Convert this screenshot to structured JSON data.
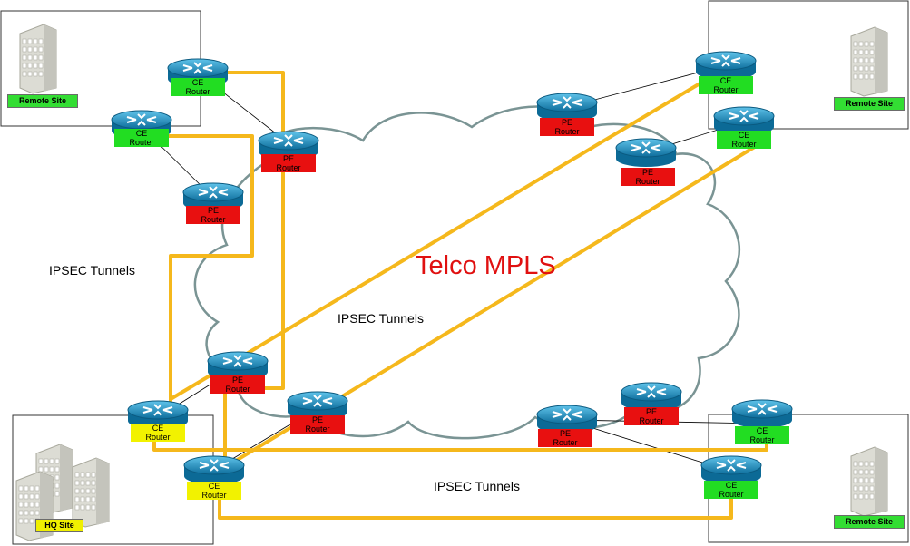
{
  "colors": {
    "tunnel": "#f5b81c",
    "cloud_stroke": "#7a9494",
    "router_body": "#1a88b8",
    "ce_remote_label": "#22dd22",
    "ce_hq_label": "#f2f200",
    "pe_label": "#e81010",
    "cloud_text": "#e01010"
  },
  "cloud": {
    "label": "Telco MPLS"
  },
  "sites": {
    "remote_tl": {
      "label": "Remote Site",
      "icon": "building-icon"
    },
    "remote_tr": {
      "label": "Remote Site",
      "icon": "building-icon"
    },
    "remote_br": {
      "label": "Remote Site",
      "icon": "building-icon"
    },
    "hq": {
      "label": "HQ Site",
      "icon": "hq-building-icon"
    }
  },
  "routers": {
    "ce_tl1": {
      "label1": "CE",
      "label2": "Router"
    },
    "ce_tl2": {
      "label1": "CE",
      "label2": "Router"
    },
    "pe_tl1": {
      "label1": "PE",
      "label2": "Router"
    },
    "pe_tl2": {
      "label1": "PE",
      "label2": "Router"
    },
    "ce_tr1": {
      "label1": "CE",
      "label2": "Router"
    },
    "ce_tr2": {
      "label1": "CE",
      "label2": "Router"
    },
    "pe_tr1": {
      "label1": "PE",
      "label2": "Router"
    },
    "pe_tr2": {
      "label1": "PE",
      "label2": "Router"
    },
    "ce_hq1": {
      "label1": "CE",
      "label2": "Router"
    },
    "ce_hq2": {
      "label1": "CE",
      "label2": "Router"
    },
    "pe_hq1": {
      "label1": "PE",
      "label2": "Router"
    },
    "pe_hq2": {
      "label1": "PE",
      "label2": "Router"
    },
    "ce_br1": {
      "label1": "CE",
      "label2": "Router"
    },
    "ce_br2": {
      "label1": "CE",
      "label2": "Router"
    },
    "pe_br1": {
      "label1": "PE",
      "label2": "Router"
    },
    "pe_br2": {
      "label1": "PE",
      "label2": "Router"
    }
  },
  "tunnel_labels": {
    "left": "IPSEC Tunnels",
    "center": "IPSEC Tunnels",
    "bottom": "IPSEC Tunnels"
  }
}
